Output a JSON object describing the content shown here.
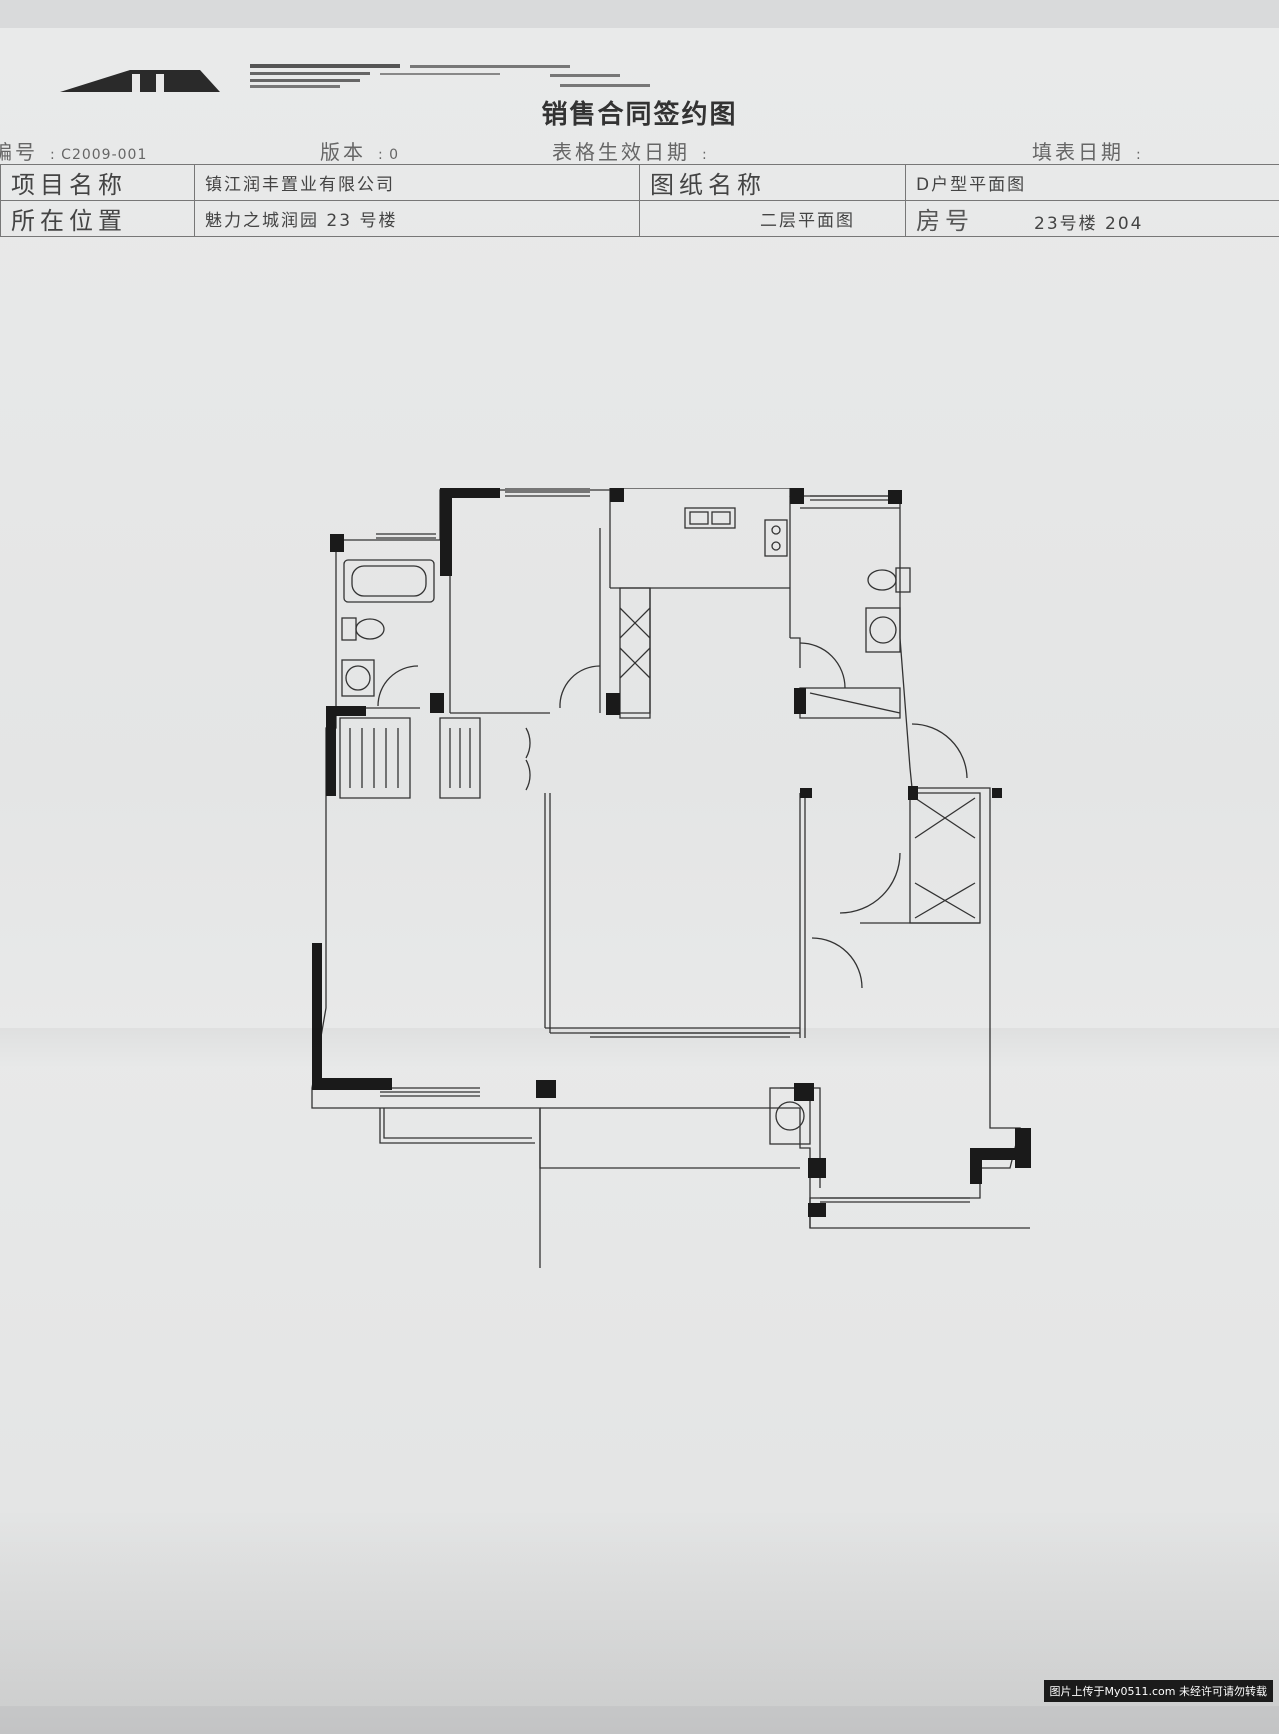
{
  "document": {
    "title": "销售合同签约图",
    "meta": {
      "serial_label": "编号",
      "serial_value": ": C2009-001",
      "version_label": "版本",
      "version_value": ": 0",
      "effective_label": "表格生效日期",
      "effective_value": ":",
      "fill_label": "填表日期",
      "fill_value": ":"
    },
    "table": {
      "row1": {
        "label1": "项目名称",
        "value1": "镇江润丰置业有限公司",
        "label2": "图纸名称",
        "value2": "D户型平面图"
      },
      "row2": {
        "label1": "所在位置",
        "value1": "魅力之城润园 23 号楼",
        "value1b": "二层平面图",
        "label2": "房号",
        "value2": "23号楼   204"
      }
    }
  },
  "watermark": "图片上传于My0511.com 未经许可请勿转载",
  "colors": {
    "wall": "#1a1a1a",
    "line": "#333333",
    "paper": "#e7e8e8"
  }
}
